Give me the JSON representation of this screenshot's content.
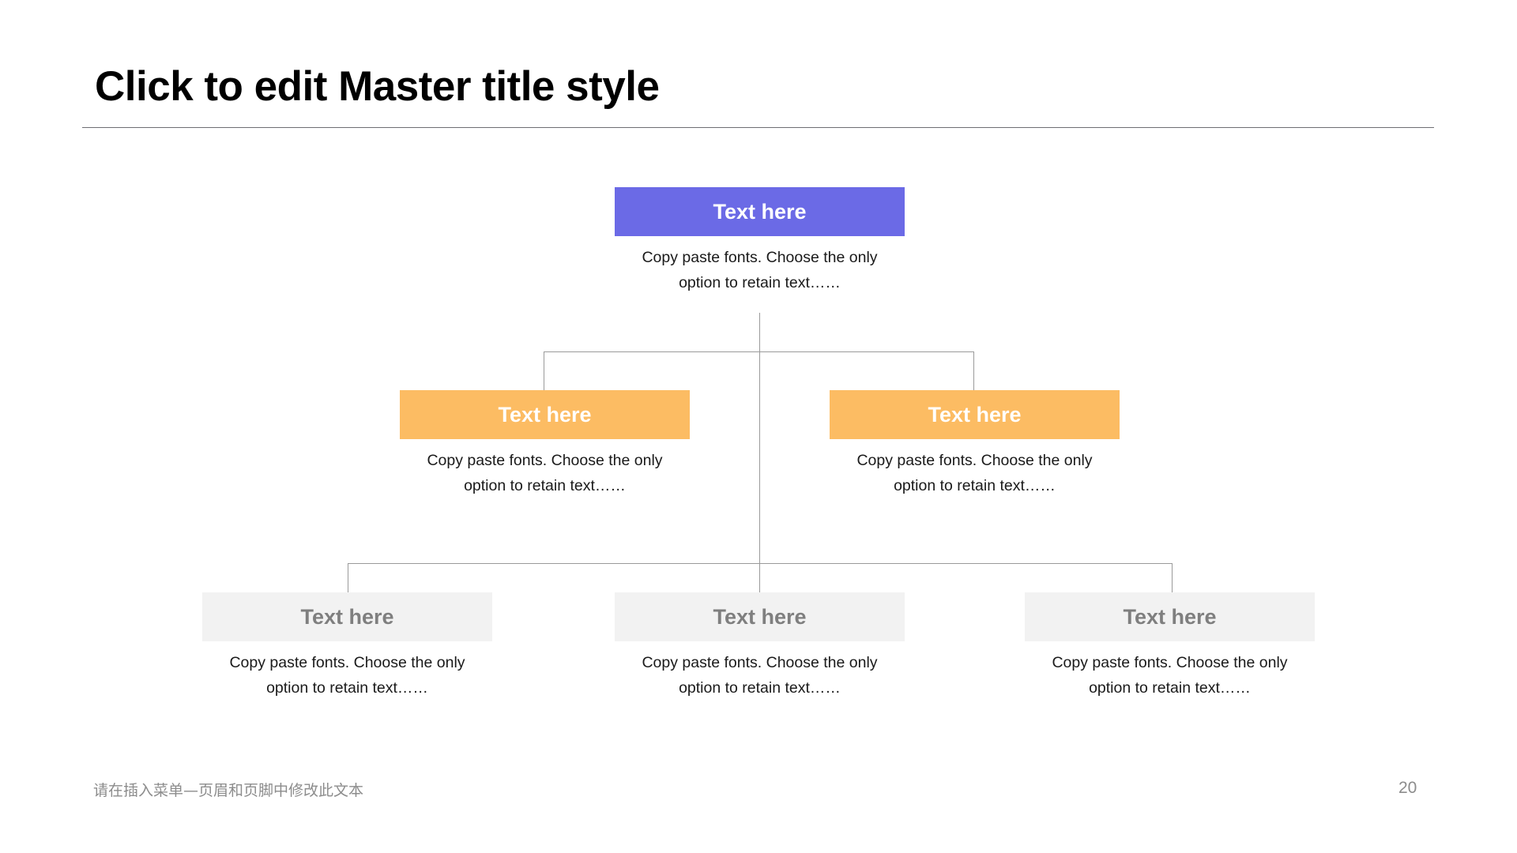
{
  "slide": {
    "title": "Click to edit Master title style",
    "footer_text": "请在插入菜单—页眉和页脚中修改此文本",
    "page_number": "20"
  },
  "colors": {
    "level_1": "#6b6ae6",
    "level_2": "#fcbc63",
    "level_3": "#f2f2f2",
    "level_3_text": "#7f7f7f",
    "connector": "#9a9a9a",
    "rule": "#6e6e73",
    "footer": "#8c8c8c"
  },
  "diagram": {
    "type": "org-chart",
    "levels": [
      {
        "name": "level-1",
        "nodes": [
          {
            "label": "Text here",
            "description": "Copy paste fonts. Choose the only option to retain text……"
          }
        ]
      },
      {
        "name": "level-2",
        "nodes": [
          {
            "label": "Text here",
            "description": "Copy paste fonts. Choose the only option to retain text……"
          },
          {
            "label": "Text here",
            "description": "Copy paste fonts. Choose the only option to retain text……"
          }
        ]
      },
      {
        "name": "level-3",
        "nodes": [
          {
            "label": "Text here",
            "description": "Copy paste fonts. Choose the only option to retain text……"
          },
          {
            "label": "Text here",
            "description": "Copy paste fonts. Choose the only option to retain text……"
          },
          {
            "label": "Text here",
            "description": "Copy paste fonts. Choose the only option to retain text……"
          }
        ]
      }
    ]
  }
}
